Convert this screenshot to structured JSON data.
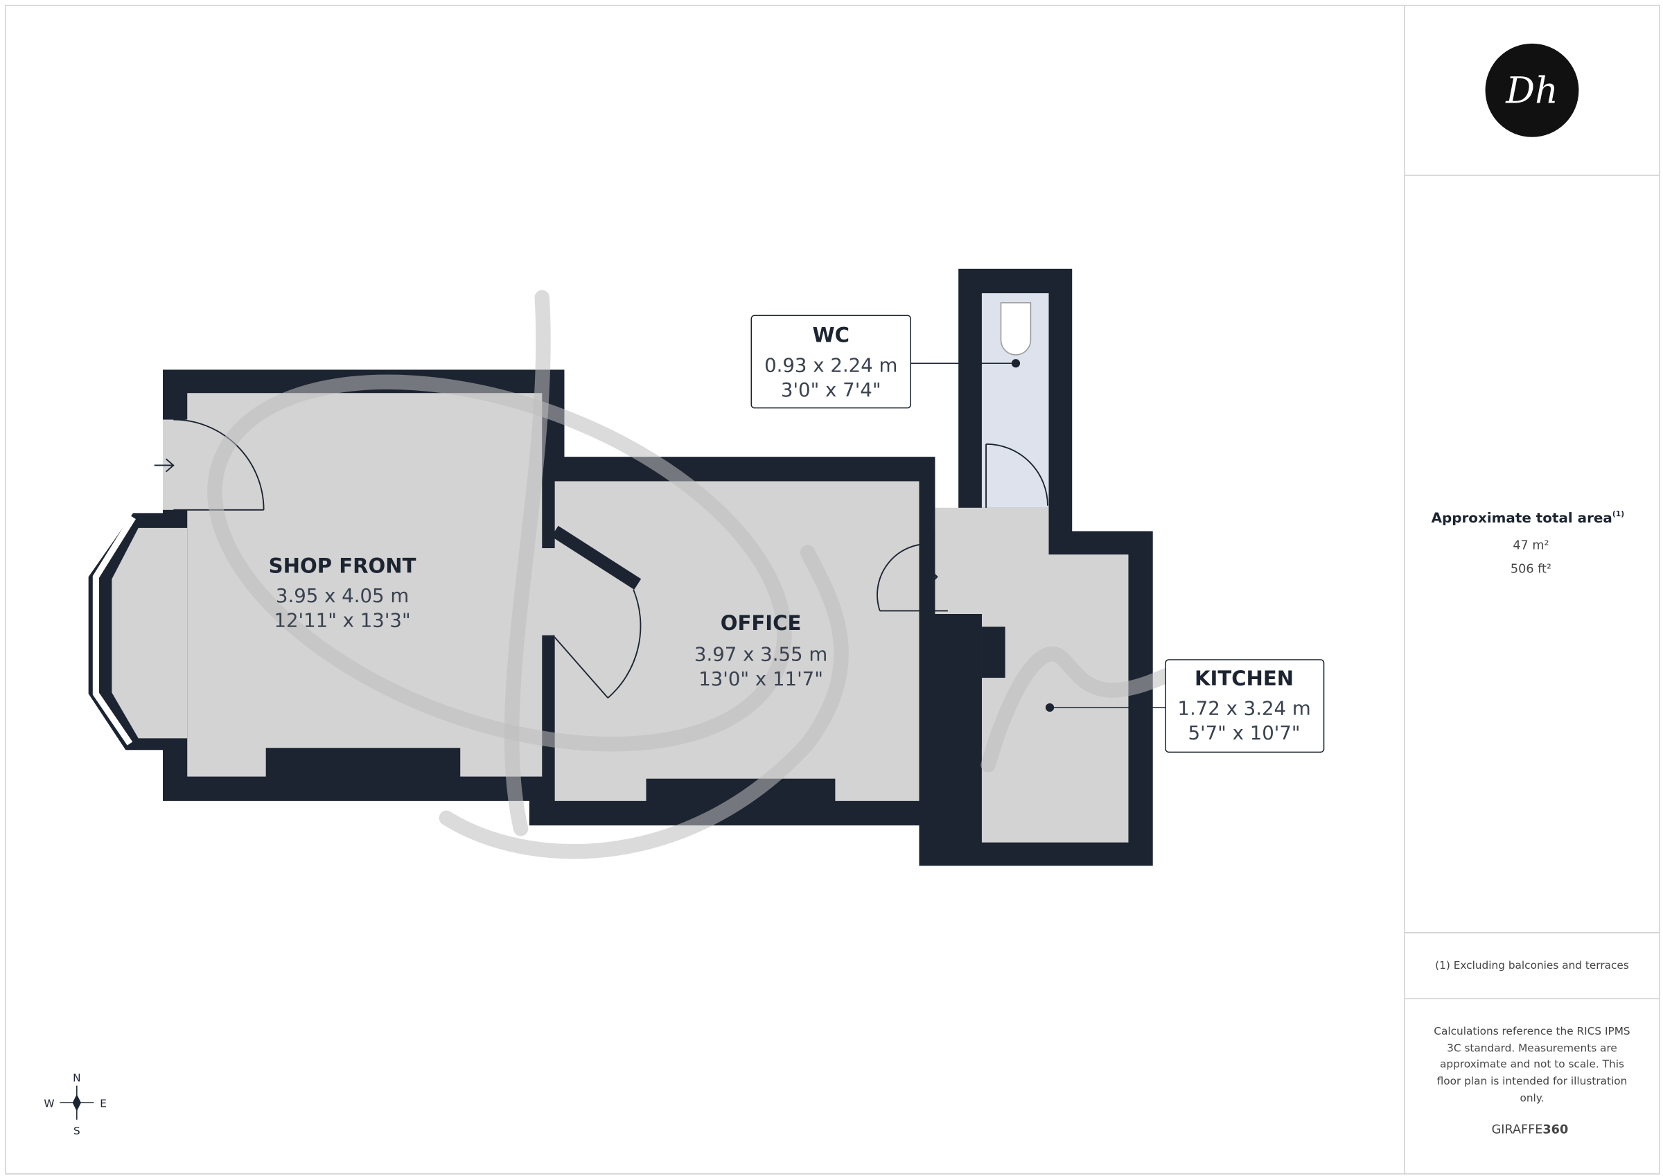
{
  "logo": {
    "text": "Dh"
  },
  "rooms": [
    {
      "name": "SHOP FRONT",
      "metric": "3.95 x 4.05 m",
      "imperial": "12'11\" x 13'3\""
    },
    {
      "name": "OFFICE",
      "metric": "3.97 x 3.55 m",
      "imperial": "13'0\" x 11'7\""
    },
    {
      "name": "WC",
      "metric": "0.93 x 2.24 m",
      "imperial": "3'0\" x 7'4\""
    },
    {
      "name": "KITCHEN",
      "metric": "1.72 x 3.24 m",
      "imperial": "5'7\" x 10'7\""
    }
  ],
  "sidebar": {
    "area_title": "Approximate total area",
    "area_note_marker": "(1)",
    "area_m2": "47 m²",
    "area_ft2": "506 ft²",
    "footnote": "(1) Excluding balconies and terraces",
    "disclaimer": [
      "Calculations reference the RICS IPMS",
      "3C standard. Measurements are",
      "approximate and not to scale. This",
      "floor plan is intended for illustration",
      "only."
    ],
    "brand_a": "GIRAFFE",
    "brand_b": "360"
  },
  "compass": {
    "n": "N",
    "s": "S",
    "e": "E",
    "w": "W"
  },
  "colors": {
    "wall": "#1c2431",
    "room": "#d3d3d3",
    "wc": "#dde2ec"
  }
}
